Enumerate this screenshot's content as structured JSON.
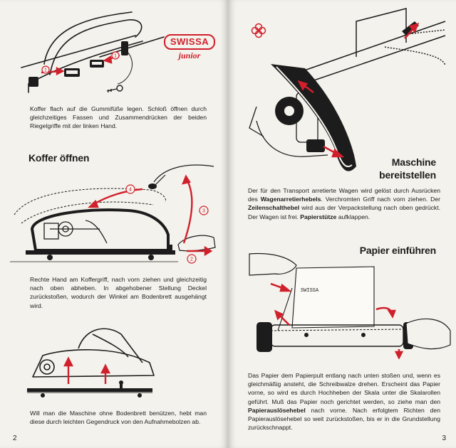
{
  "brand": {
    "name": "SWISSA",
    "model": "junior"
  },
  "left_page": {
    "caption1": "Koffer flach auf die Gummifüße legen. Schloß öffnen durch gleichzeitiges Fassen und Zusammendrücken der beiden Riegelgriffe mit der linken Hand.",
    "heading": "Koffer öffnen",
    "caption2": "Rechte Hand am Koffergriff, nach vorn ziehen und gleichzeitig nach oben abheben. In abgehobener Stellung Deckel zurückstoßen, wodurch der Winkel am Bodenbrett ausgehängt wird.",
    "caption3": "Will man die Maschine ohne Bodenbrett benützen, hebt man diese durch leichten Gegendruck von den Aufnahmebolzen ab.",
    "page_number": "2",
    "step_markers": [
      "1",
      "2",
      "3",
      "4"
    ]
  },
  "right_page": {
    "heading1_line1": "Maschine",
    "heading1_line2": "bereitstellen",
    "para1_a": "Der für den Transport arretierte Wagen wird gelöst durch Ausrücken des ",
    "para1_b": "Wagenarretierhebels",
    "para1_c": ". Verchromten Griff nach vorn ziehen. Der ",
    "para1_d": "Zeilenschalthebel",
    "para1_e": " wird aus der Verpackstellung nach oben gedrückt. Der Wagen ist frei. ",
    "para1_f": "Papierstütze",
    "para1_g": " aufklappen.",
    "heading2": "Papier einführen",
    "paper_label": "SWISSA",
    "para2_a": "Das Papier dem Papierpult entlang nach unten stoßen und, wenn es gleichmäßig ansteht, die Schreibwalze drehen. Erscheint das Papier vorne, so wird es durch Hochheben der Skala unter die Skalarollen geführt. Muß das Papier noch gerichtet werden, so ziehe man den ",
    "para2_b": "Papierauslösehebel",
    "para2_c": " nach vorne. Nach erfolgtem Richten den Papierauslösehebel so weit zurückstoßen, bis er in die Grundstellung zurückschnappt.",
    "page_number": "3"
  },
  "colors": {
    "accent_red": "#d0202c",
    "ink": "#1c1c1c",
    "paper": "#f4f2ec"
  }
}
